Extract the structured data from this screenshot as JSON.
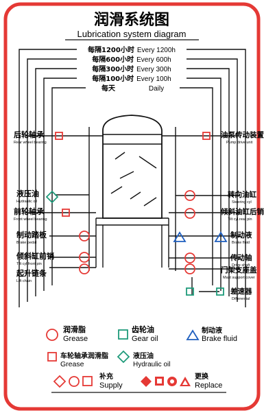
{
  "title_cn": "润滑系统图",
  "title_en": "Lubrication system diagram",
  "intervals": [
    {
      "cn": "每隔1200小时",
      "en": "Every 1200h"
    },
    {
      "cn": "每隔600小时",
      "en": "Every 600h"
    },
    {
      "cn": "每隔300小时",
      "en": "Every 300h"
    },
    {
      "cn": "每隔100小时",
      "en": "Every 100h"
    }
  ],
  "daily": {
    "cn": "每天",
    "en": "Daily"
  },
  "left_points": [
    {
      "cn": "后轮轴承",
      "en": "Rear wheel bearing"
    },
    {
      "cn": "液压油",
      "en": "Hydraulic oil"
    },
    {
      "cn": "前轮轴承",
      "en": "Front wheel bearing"
    },
    {
      "cn": "制动踏板",
      "en": "Brake pedal"
    },
    {
      "cn": "倾斜缸前销",
      "en": "Tilt cyl.front pin"
    },
    {
      "cn": "起升链条",
      "en": "Lift chain"
    }
  ],
  "right_points": [
    {
      "cn": "油泵传动装置",
      "en": "Pump drive unit"
    },
    {
      "cn": "转向油缸",
      "en": "Steering cyl"
    },
    {
      "cn": "倾斜油缸后销",
      "en": "Tilt cyl.rear pin"
    },
    {
      "cn": "制动液",
      "en": "Brake fluid"
    },
    {
      "cn": "传动轴",
      "en": "Drive shaft"
    },
    {
      "cn": "门架支座盖",
      "en": "Mast support cover"
    },
    {
      "cn": "差速器",
      "en": "Differential"
    }
  ],
  "legend": {
    "grease": {
      "cn": "润滑脂",
      "en": "Grease"
    },
    "gear_oil": {
      "cn": "齿轮油",
      "en": "Gear oil"
    },
    "brake_fluid": {
      "cn": "制动液",
      "en": "Brake fluid"
    },
    "wheel_grease": {
      "cn": "车轮轴承润滑脂",
      "en": "Grease"
    },
    "hydraulic_oil": {
      "cn": "液压油",
      "en": "Hydraulic oil"
    },
    "supply": {
      "cn": "补充",
      "en": "Supply"
    },
    "replace": {
      "cn": "更换",
      "en": "Replace"
    }
  },
  "colors": {
    "border": "#e53935",
    "grease": "#e53935",
    "gear_oil": "#1e9a7a",
    "brake_fluid": "#1f5fbf"
  }
}
